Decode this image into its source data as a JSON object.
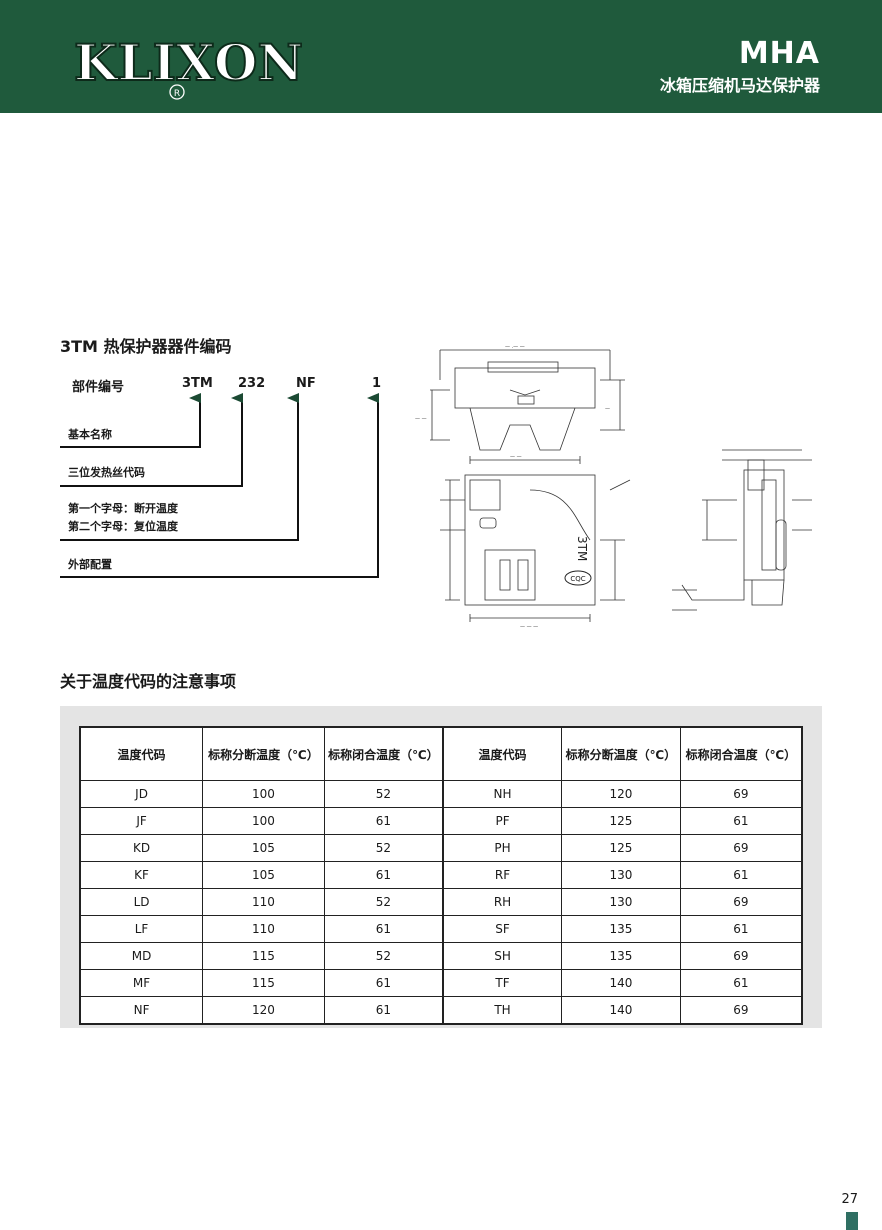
{
  "header": {
    "brand": "KLIXON",
    "registered_mark": "R",
    "model": "MHA",
    "subtitle": "冰箱压缩机马达保护器"
  },
  "part_code": {
    "title": "3TM 热保护器器件编码",
    "label": "部件编号",
    "segments": [
      "3TM",
      "232",
      "NF",
      "1"
    ],
    "rows": [
      "基本名称",
      "三位发热丝代码",
      "第一个字母：断开温度",
      "第二个字母：复位温度",
      "外部配置"
    ]
  },
  "drawing": {
    "marking_text": "3TM",
    "mark_badge": "CQC"
  },
  "temp_codes": {
    "title": "关于温度代码的注意事项",
    "headers": [
      "温度代码",
      "标称分断温度（℃）",
      "标称闭合温度（℃）",
      "温度代码",
      "标称分断温度（℃）",
      "标称闭合温度（℃）"
    ],
    "rows": [
      [
        "JD",
        "100",
        "52",
        "NH",
        "120",
        "69"
      ],
      [
        "JF",
        "100",
        "61",
        "PF",
        "125",
        "61"
      ],
      [
        "KD",
        "105",
        "52",
        "PH",
        "125",
        "69"
      ],
      [
        "KF",
        "105",
        "61",
        "RF",
        "130",
        "61"
      ],
      [
        "LD",
        "110",
        "52",
        "RH",
        "130",
        "69"
      ],
      [
        "LF",
        "110",
        "61",
        "SF",
        "135",
        "61"
      ],
      [
        "MD",
        "115",
        "52",
        "SH",
        "135",
        "69"
      ],
      [
        "MF",
        "115",
        "61",
        "TF",
        "140",
        "61"
      ],
      [
        "NF",
        "120",
        "61",
        "TH",
        "140",
        "69"
      ]
    ]
  },
  "footer": {
    "page_number": "27"
  },
  "colors": {
    "header_bg": "#1f5a3c",
    "table_bg": "#e4e4e4",
    "corner": "#2f6f63"
  }
}
